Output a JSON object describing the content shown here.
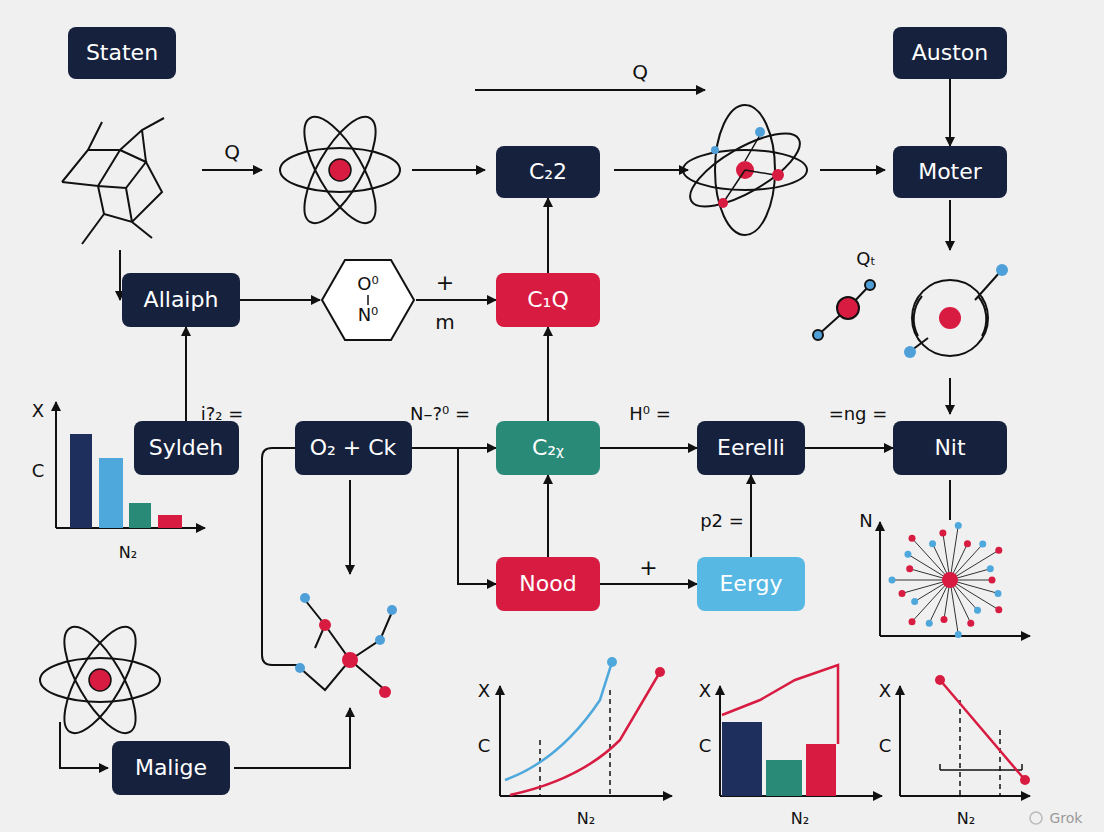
{
  "diagram": {
    "nodes": [
      {
        "text": [
          "Staten"
        ]
      },
      {
        "text": [
          "Auston"
        ]
      },
      {
        "text": [
          "C₂2"
        ]
      },
      {
        "text": [
          "Moter"
        ]
      },
      {
        "text": [
          "Allaiph"
        ]
      },
      {
        "text": [
          "O⁰ N⁰"
        ]
      },
      {
        "text": [
          "C₁Q"
        ]
      },
      {
        "text": [
          "Syldeh"
        ]
      },
      {
        "text": [
          "O₂ + Ck"
        ]
      },
      {
        "text": [
          "C₂ᵪ"
        ]
      },
      {
        "text": [
          "Eerelli"
        ]
      },
      {
        "text": [
          "Nit"
        ]
      },
      {
        "text": [
          "Nood"
        ]
      },
      {
        "text": [
          "Eergy"
        ]
      },
      {
        "text": [
          "Malige"
        ]
      }
    ],
    "edges": [
      {
        "from": 1,
        "to": 3,
        "arrow": "to"
      },
      {
        "from": 7,
        "to": 4,
        "arrow": "to"
      },
      {
        "from": 4,
        "to": 5,
        "arrow": "to"
      },
      {
        "from": 5,
        "to": 6,
        "arrow": "to"
      },
      {
        "from": 6,
        "to": 2,
        "arrow": "to"
      },
      {
        "from": 8,
        "to": 9,
        "arrow": "to"
      },
      {
        "from": 8,
        "to": 12,
        "arrow": "to"
      },
      {
        "from": 12,
        "to": 9,
        "arrow": "to"
      },
      {
        "from": 9,
        "to": 6,
        "arrow": "to"
      },
      {
        "from": 9,
        "to": 10,
        "arrow": "to"
      },
      {
        "from": 10,
        "to": 11,
        "arrow": "to"
      },
      {
        "from": 12,
        "to": 13,
        "label": "+",
        "arrow": "to"
      },
      {
        "from": 13,
        "to": 10,
        "arrow": "to"
      }
    ],
    "labels": [
      "Q",
      "Q",
      "Qₜ",
      "+",
      "m",
      "i?₂ =",
      "N–?⁰ =",
      "H⁰ =",
      "=ng =",
      "p2 =",
      "X",
      "C",
      "N₂",
      "N",
      "X",
      "C",
      "N₂",
      "X",
      "C",
      "N₂",
      "X",
      "C",
      "N₂",
      "Grok"
    ]
  }
}
